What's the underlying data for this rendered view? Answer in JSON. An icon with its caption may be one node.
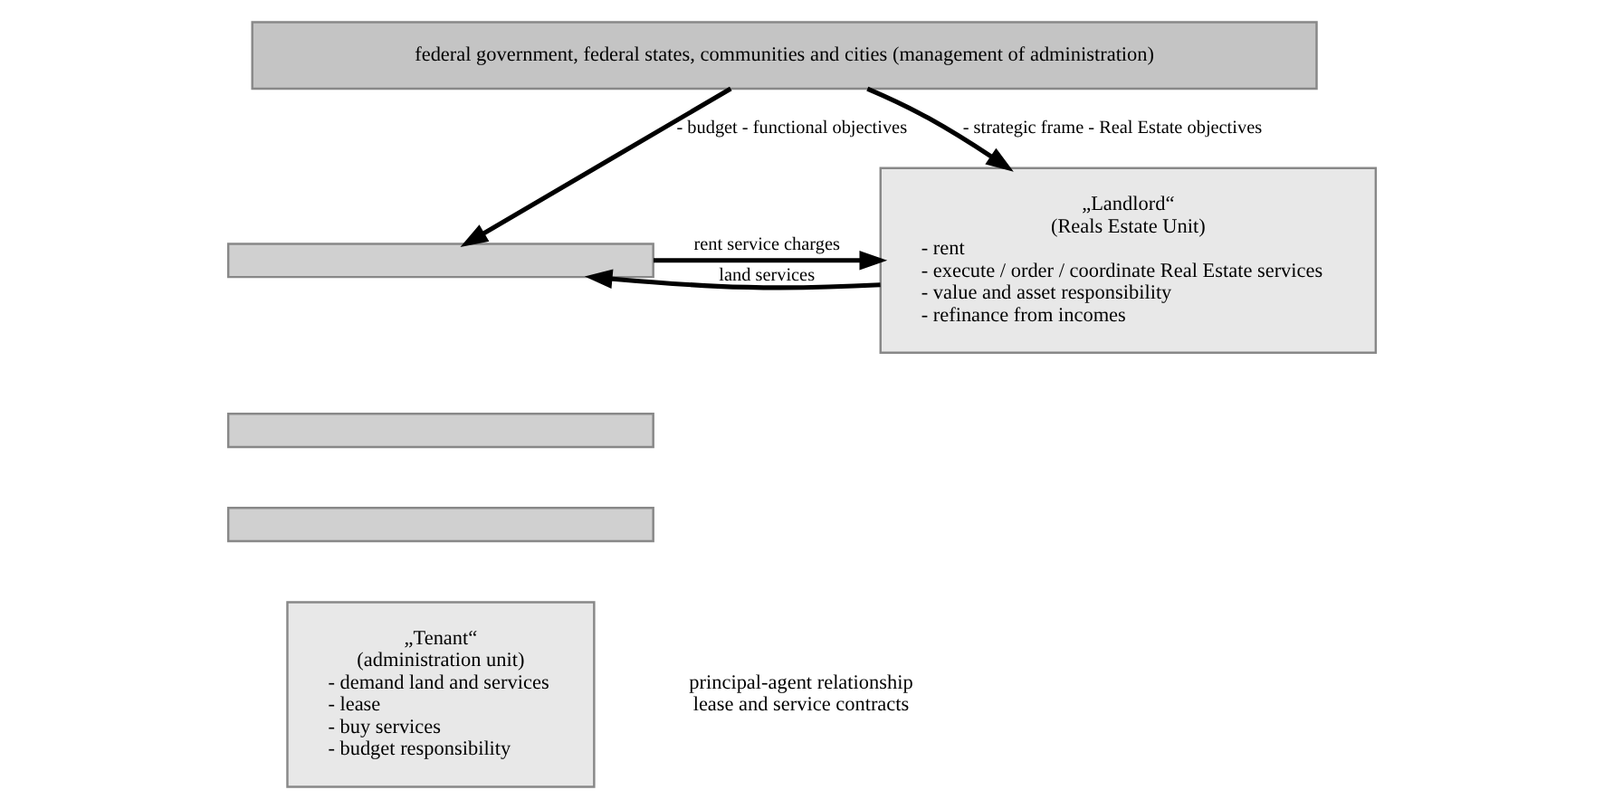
{
  "diagram": {
    "nodes": [
      {
        "text": [
          "federal government, federal states, communities and cities (management of administration)"
        ]
      },
      {
        "text": [],
        "shape": "box"
      },
      {
        "text": [],
        "shape": "box"
      },
      {
        "text": [],
        "shape": "box"
      },
      {
        "text": [
          "„Tenant“",
          "(administration unit)",
          "- demand land and services",
          "- lease",
          "- buy services",
          "- budget responsibility"
        ]
      },
      {
        "text": [
          "„Landlord“",
          "(Reals Estate Unit)",
          "- rent",
          "- execute / order / coordinate Real Estate services",
          "- value and asset responsibility",
          "- refinance from incomes"
        ]
      }
    ],
    "edges": [
      {
        "from": 0,
        "to": 1,
        "arrow": "to",
        "label": "- budget - functional objectives"
      },
      {
        "from": 0,
        "to": 5,
        "arrow": "to",
        "label": "- strategic frame - Real Estate objectives"
      },
      {
        "from": 5,
        "to": 1,
        "arrow": "to",
        "label": "land services"
      },
      {
        "from": 1,
        "to": 5,
        "arrow": "to",
        "label": "rent service charges"
      }
    ],
    "labels": [
      "principal-agent relationship",
      "lease and service contracts"
    ]
  }
}
